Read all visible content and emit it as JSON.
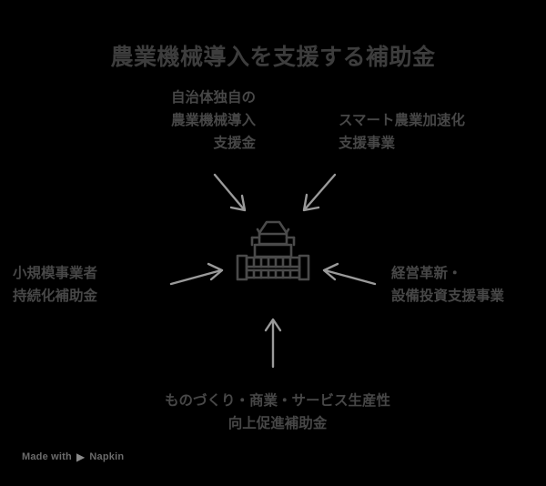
{
  "title": "農業機械導入を支援する補助金",
  "center": {
    "icon_name": "tractor-icon",
    "alt": "農業機械（トラクター）"
  },
  "nodes": [
    {
      "id": "local-gov",
      "text": "自治体独自の\n農業機械導入\n支援金"
    },
    {
      "id": "smart-agri",
      "text": "スマート農業加速化\n支援事業"
    },
    {
      "id": "small-biz",
      "text": "小規模事業者\n持続化補助金"
    },
    {
      "id": "mgmt-innovation",
      "text": "経営革新・\n設備投資支援事業"
    },
    {
      "id": "monodukuri",
      "text": "ものづくり・商業・サービス生産性\n向上促進補助金"
    }
  ],
  "arrows": [
    {
      "id": "arrow-top-left",
      "direction": "down-right"
    },
    {
      "id": "arrow-top-right",
      "direction": "down-left"
    },
    {
      "id": "arrow-left",
      "direction": "right"
    },
    {
      "id": "arrow-right",
      "direction": "left"
    },
    {
      "id": "arrow-bottom",
      "direction": "up"
    }
  ],
  "watermark": {
    "text_before": "Made with",
    "mark": "▶",
    "brand": "Napkin"
  },
  "colors": {
    "background": "#000000",
    "title": "#3d3d3d",
    "label": "#474747",
    "arrow": "#9a9a9a",
    "icon": "#4a4a4a",
    "watermark": "#6b6b6b"
  }
}
